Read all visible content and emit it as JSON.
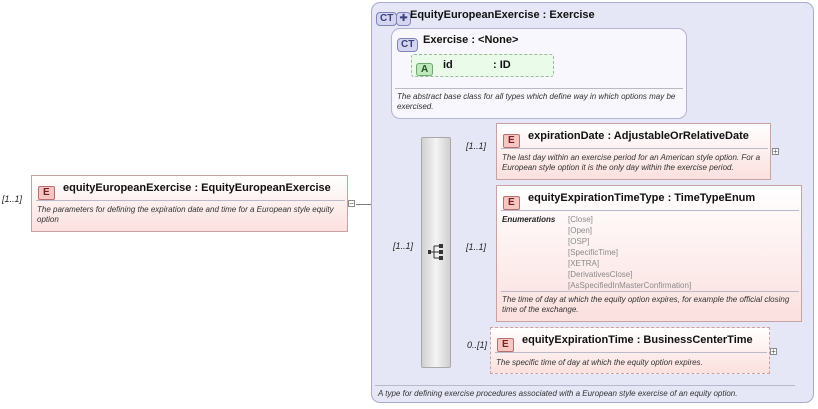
{
  "root": {
    "multiplicity": "[1..1]",
    "badge": "E",
    "title": "equityEuropeanExercise : EquityEuropeanExercise",
    "doc": "The parameters for defining the expiration date and time for a European style equity option"
  },
  "complex_type": {
    "badge": "CT",
    "title": "EquityEuropeanExercise : Exercise",
    "doc": "A type for defining exercise procedures associated with a European style exercise of an equity option."
  },
  "base_type": {
    "badge": "CT",
    "title": "Exercise : <None>",
    "doc": "The abstract base class for all types which define way in which options may be exercised.",
    "attribute": {
      "badge": "A",
      "name": "id",
      "type": ": ID"
    }
  },
  "sequence": {
    "multiplicity": "[1..1]"
  },
  "elements": [
    {
      "multiplicity": "[1..1]",
      "badge": "E",
      "title": "expirationDate : AdjustableOrRelativeDate",
      "doc": "The last day within an exercise period for an American style option. For a European style option it is the only day within the exercise period."
    },
    {
      "multiplicity": "[1..1]",
      "badge": "E",
      "title": "equityExpirationTimeType : TimeTypeEnum",
      "enum_label": "Enumerations",
      "enumerations": [
        "[Close]",
        "[Open]",
        "[OSP]",
        "[SpecificTime]",
        "[XETRA]",
        "[DerivativesClose]",
        "[AsSpecifiedInMasterConfirmation]"
      ],
      "doc": "The time of day at which the equity option expires, for example the official closing time of the exchange."
    },
    {
      "multiplicity": "0..[1]",
      "badge": "E",
      "title": "equityExpirationTime : BusinessCenterTime",
      "doc": "The specific time of day at which the equity option expires."
    }
  ],
  "icons": {
    "collapse": "minus-icon",
    "expand": "plus-icon",
    "sequence": "sequence-compositor-icon"
  }
}
